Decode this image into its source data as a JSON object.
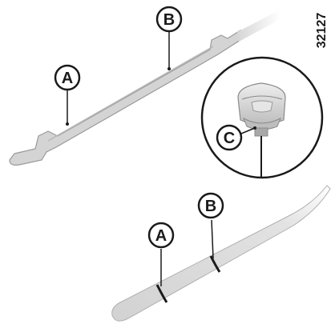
{
  "figure": {
    "reference_number": "32127",
    "labels": {
      "a": "A",
      "b": "B",
      "c": "C"
    },
    "colors": {
      "dipstick_fill": "#d4d4d4",
      "dipstick_outline": "#9a9a9a",
      "mark_line": "#1a1a1a",
      "label_stroke": "#1a1a1a",
      "label_fill": "#ffffff"
    }
  }
}
